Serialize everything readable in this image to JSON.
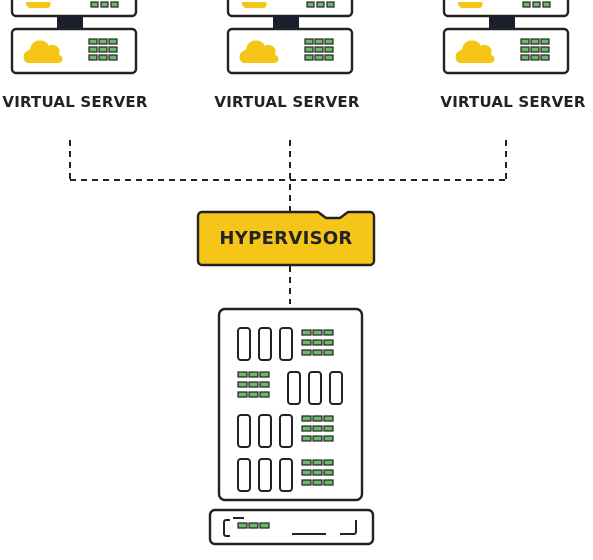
{
  "diagram": {
    "virtual_servers": [
      {
        "label": "VIRTUAL SERVER"
      },
      {
        "label": "VIRTUAL SERVER"
      },
      {
        "label": "VIRTUAL SERVER"
      }
    ],
    "hypervisor": {
      "label": "HYPERVISOR"
    },
    "colors": {
      "outline": "#222222",
      "cloud": "#f5c518",
      "hypervisor_fill": "#f5c518",
      "led": "#6bb86b",
      "background": "#ffffff"
    },
    "icons": [
      "cloud-icon",
      "server-icon",
      "led-grid-icon"
    ]
  }
}
